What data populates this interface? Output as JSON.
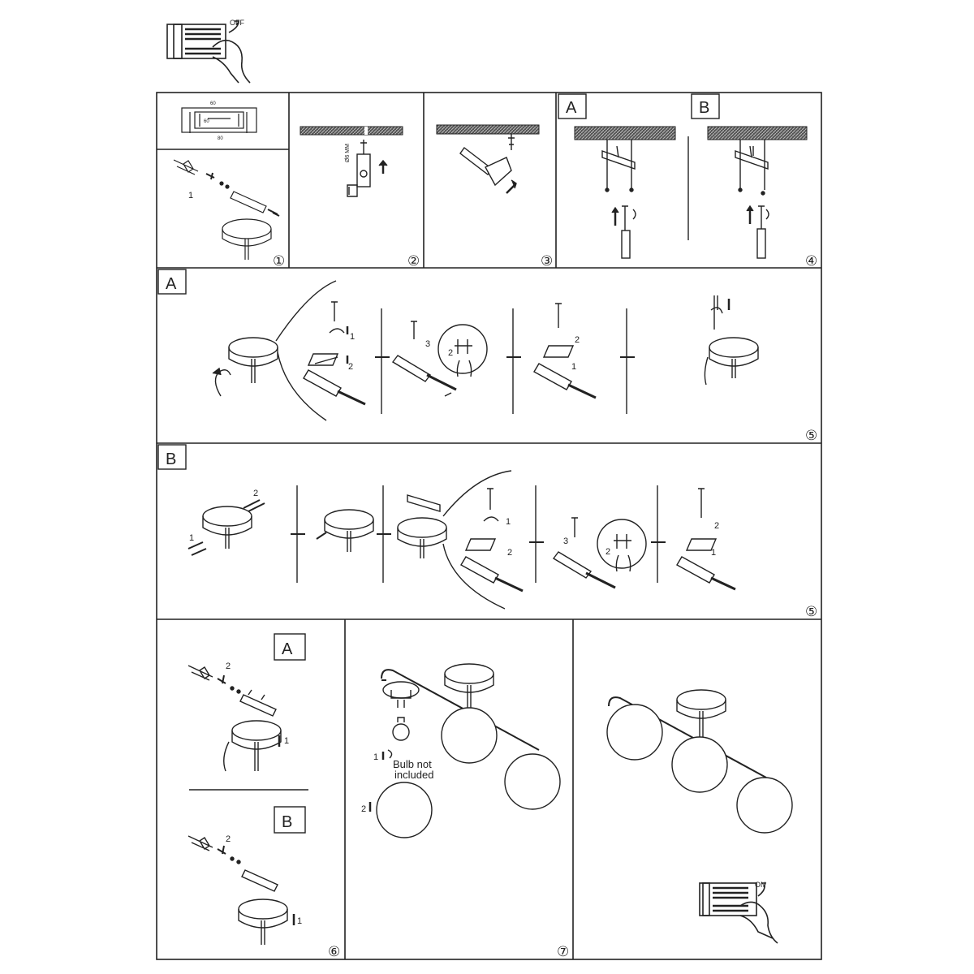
{
  "switch_off_label": "OFF",
  "switch_on_label": "ON",
  "dim_labels": [
    "60",
    "60",
    "80"
  ],
  "drill_label": "Ø6 MM",
  "steps": {
    "s1": "①",
    "s2": "②",
    "s3": "③",
    "s4": "④",
    "s5a": "⑤",
    "s5b": "⑤",
    "s6": "⑥",
    "s7": "⑦"
  },
  "variants": {
    "a": "A",
    "b": "B"
  },
  "callouts": {
    "n1": "1",
    "n2": "2",
    "n3": "3"
  },
  "bulb_note": [
    "Bulb not",
    "included"
  ]
}
